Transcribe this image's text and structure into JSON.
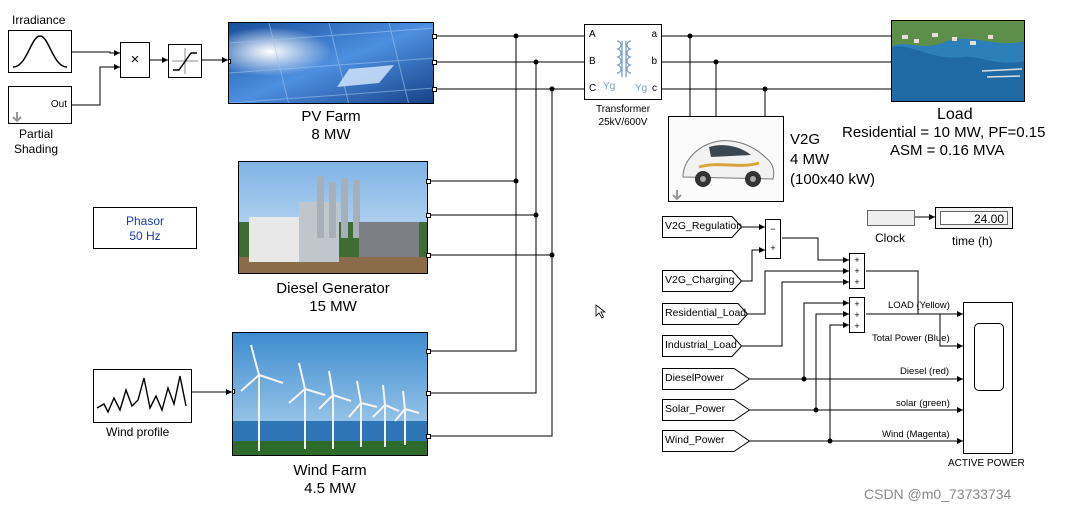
{
  "irradiance": {
    "label": "Irradiance"
  },
  "partial_shading": {
    "out_label": "Out",
    "label": "Partial\nShading"
  },
  "product": {
    "symbol": "×"
  },
  "pv": {
    "name": "PV Farm",
    "rating": "8 MW"
  },
  "diesel": {
    "name": "Diesel Generator",
    "rating": "15 MW"
  },
  "wind": {
    "name": "Wind Farm",
    "rating": "4.5 MW"
  },
  "wind_profile": {
    "label": "Wind profile"
  },
  "powergui": {
    "line1": "Phasor",
    "line2": "50 Hz"
  },
  "transformer": {
    "name": "Transformer",
    "rating": "25kV/600V",
    "ports_in": [
      "A",
      "B",
      "C"
    ],
    "ports_out": [
      "a",
      "b",
      "c"
    ],
    "winding_left": "Yg",
    "winding_right": "Yg"
  },
  "load": {
    "name": "Load",
    "line1": "Residential = 10 MW, PF=0.15",
    "line2": "ASM = 0.16 MVA"
  },
  "v2g": {
    "name": "V2G",
    "rating": "4 MW",
    "detail": "(100x40 kW)"
  },
  "clock": {
    "label": "Clock"
  },
  "display": {
    "value": "24.00",
    "label": "time (h)"
  },
  "tags": [
    "V2G_Regulation",
    "V2G_Charging",
    "Residential_Load",
    "Industrial_Load",
    "DieselPower",
    "Solar_Power",
    "Wind_Power"
  ],
  "sum1": {
    "signs": [
      "−",
      "+"
    ]
  },
  "sum2": {
    "signs": [
      "+",
      "+",
      "+"
    ]
  },
  "sum3": {
    "signs": [
      "+",
      "+",
      "+"
    ]
  },
  "scope": {
    "label": "ACTIVE POWER",
    "inputs": [
      "LOAD (Yellow)",
      "Total Power (Blue)",
      "Diesel (red)",
      "solar (green)",
      "Wind (Magenta)"
    ]
  },
  "watermark": "CSDN @m0_73733734"
}
